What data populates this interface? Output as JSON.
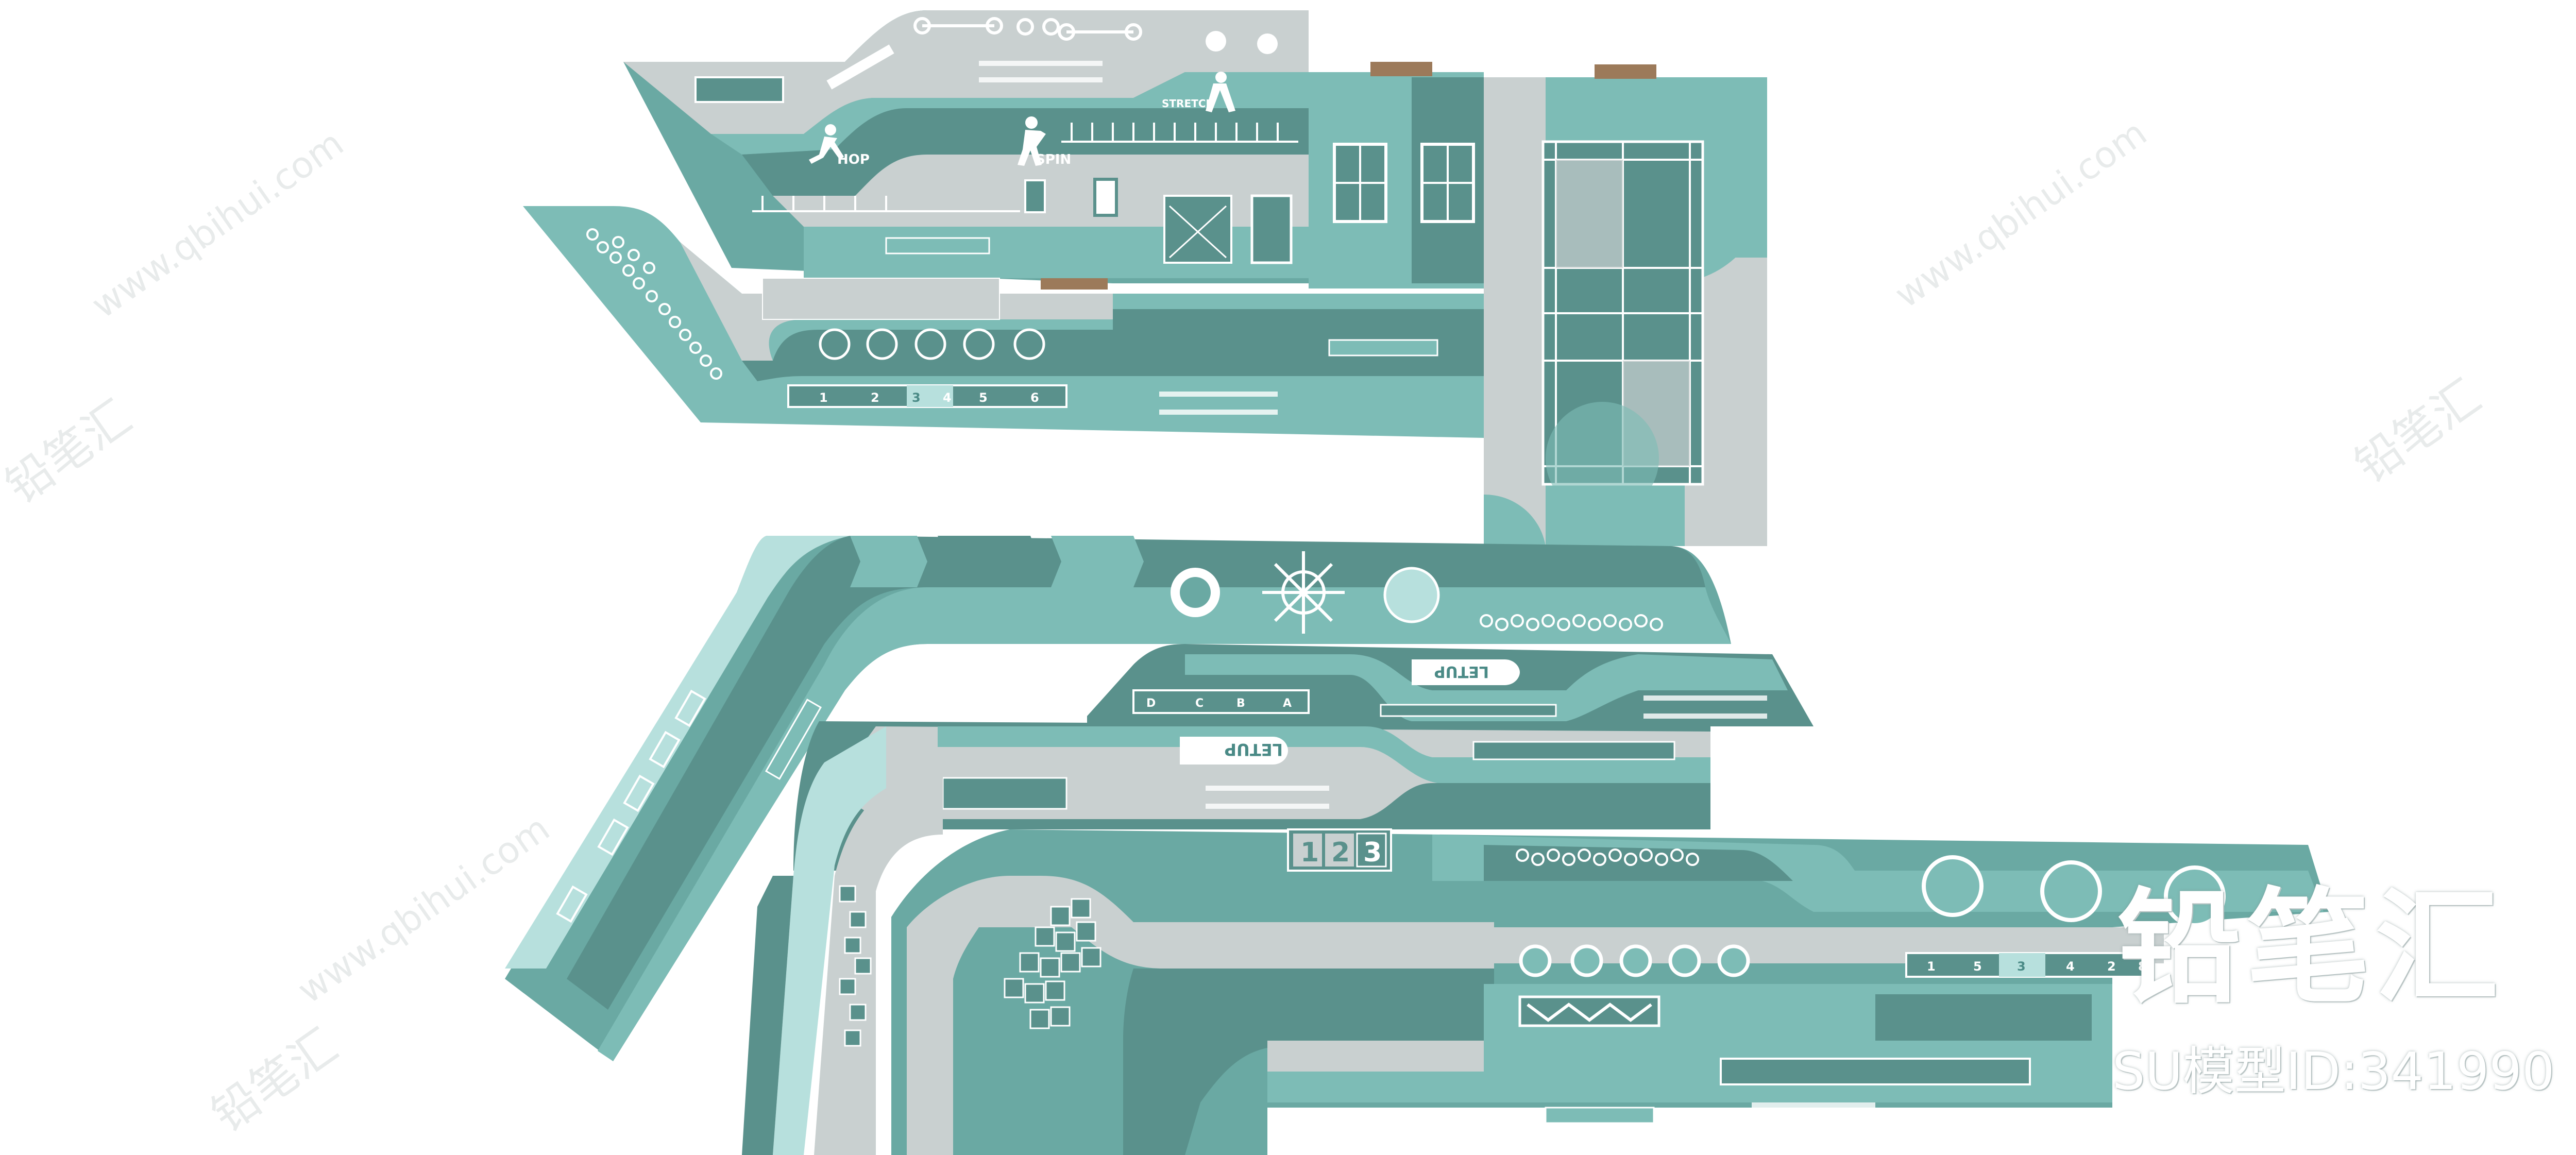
{
  "colors": {
    "teal_light": "#7dbcb6",
    "teal_mid": "#6aa9a3",
    "teal_dark": "#5a918c",
    "gray": "#c9d0d0",
    "mint": "#b7e0dd",
    "white": "#ffffff",
    "brown": "#9c7a5a"
  },
  "labels": {
    "hop": "HOP",
    "spin": "SPIN",
    "stretch": "STRETCH",
    "letup_1": "LETUP",
    "letup_2": "LETUP"
  },
  "top_numbers": [
    "1",
    "2",
    "3",
    "4",
    "5",
    "6"
  ],
  "abcd": [
    "D",
    "C",
    "B",
    "A"
  ],
  "big_digits": [
    "1",
    "2",
    "3"
  ],
  "bottom_numbers": [
    "1",
    "5",
    "3",
    "4",
    "2",
    "8"
  ],
  "watermark": {
    "site": "www.qbihui.com",
    "brand": "铅笔汇",
    "cn_text": "铅笔汇",
    "model_id": "SU模型ID:341990"
  }
}
